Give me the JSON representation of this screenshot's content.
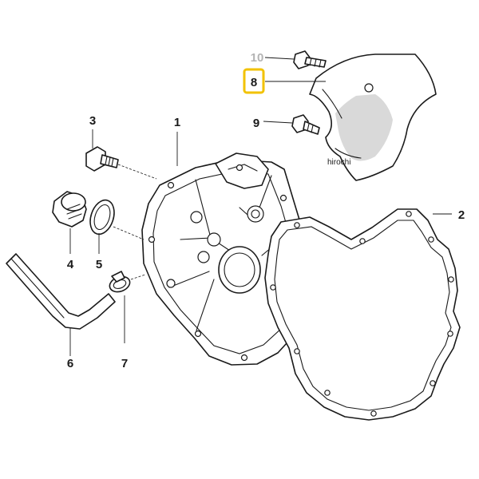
{
  "diagram": {
    "callouts": [
      {
        "id": "1",
        "label": "1"
      },
      {
        "id": "2",
        "label": "2"
      },
      {
        "id": "3",
        "label": "3"
      },
      {
        "id": "4",
        "label": "4"
      },
      {
        "id": "5",
        "label": "5"
      },
      {
        "id": "6",
        "label": "6"
      },
      {
        "id": "7",
        "label": "7"
      },
      {
        "id": "8",
        "label": "8",
        "highlighted": true
      },
      {
        "id": "9",
        "label": "9"
      },
      {
        "id": "10",
        "label": "10",
        "dimmed": true
      }
    ],
    "watermark": "hirochi",
    "colors": {
      "line": "#1a1a1a",
      "highlight_box": "#f2c200",
      "dimmed_label": "#b4b4b4"
    }
  }
}
